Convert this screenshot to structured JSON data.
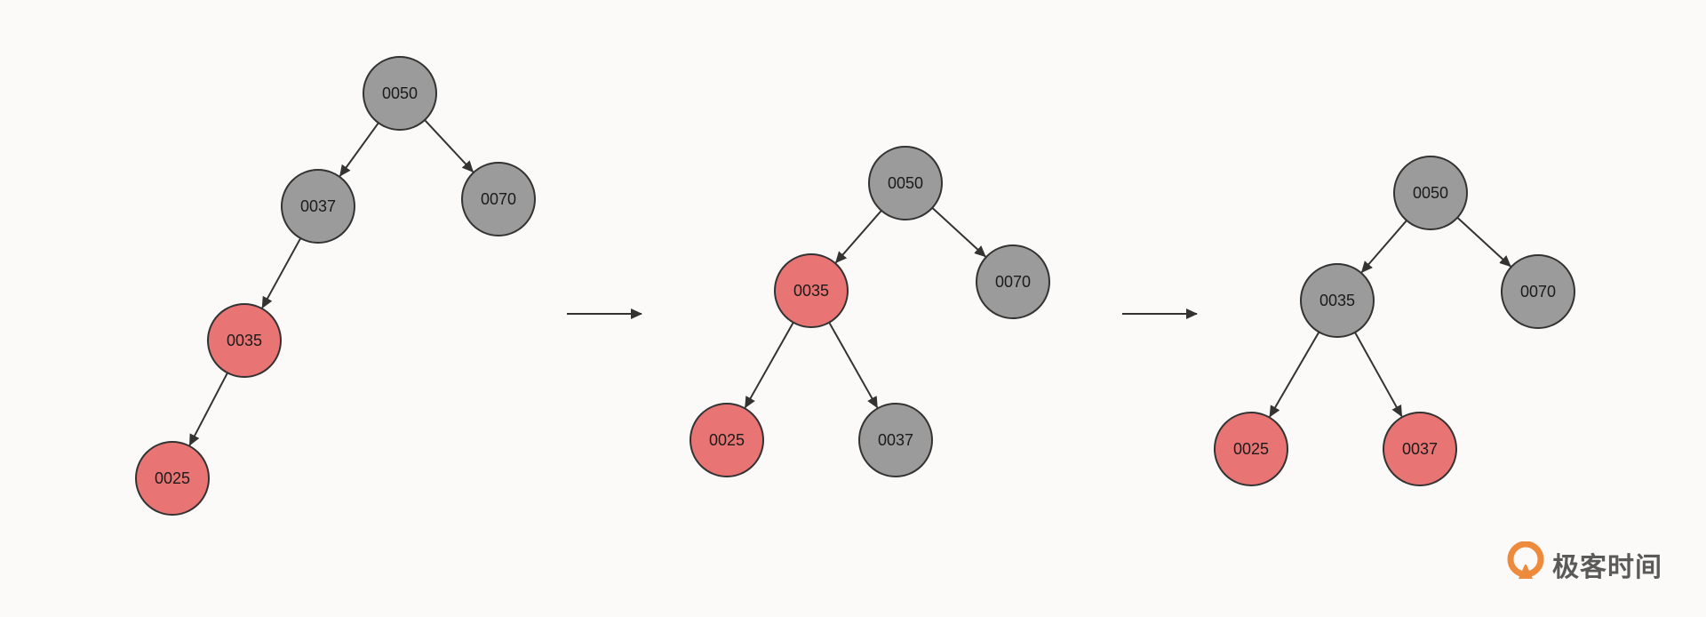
{
  "colors": {
    "background": "#fbfaf8",
    "black_node": "#9b9b9b",
    "red_node": "#e87474",
    "stroke": "#333333",
    "logo": "#ee8a3c"
  },
  "trees": [
    {
      "nodes": [
        {
          "id": "a50",
          "label": "0050",
          "color": "black"
        },
        {
          "id": "a37",
          "label": "0037",
          "color": "black"
        },
        {
          "id": "a70",
          "label": "0070",
          "color": "black"
        },
        {
          "id": "a35",
          "label": "0035",
          "color": "red"
        },
        {
          "id": "a25",
          "label": "0025",
          "color": "red"
        }
      ],
      "edges": [
        {
          "from": "a50",
          "to": "a37"
        },
        {
          "from": "a50",
          "to": "a70"
        },
        {
          "from": "a37",
          "to": "a35"
        },
        {
          "from": "a35",
          "to": "a25"
        }
      ]
    },
    {
      "nodes": [
        {
          "id": "b50",
          "label": "0050",
          "color": "black"
        },
        {
          "id": "b35",
          "label": "0035",
          "color": "red"
        },
        {
          "id": "b70",
          "label": "0070",
          "color": "black"
        },
        {
          "id": "b25",
          "label": "0025",
          "color": "red"
        },
        {
          "id": "b37",
          "label": "0037",
          "color": "black"
        }
      ],
      "edges": [
        {
          "from": "b50",
          "to": "b35"
        },
        {
          "from": "b50",
          "to": "b70"
        },
        {
          "from": "b35",
          "to": "b25"
        },
        {
          "from": "b35",
          "to": "b37"
        }
      ]
    },
    {
      "nodes": [
        {
          "id": "c50",
          "label": "0050",
          "color": "black"
        },
        {
          "id": "c35",
          "label": "0035",
          "color": "black"
        },
        {
          "id": "c70",
          "label": "0070",
          "color": "black"
        },
        {
          "id": "c25",
          "label": "0025",
          "color": "red"
        },
        {
          "id": "c37",
          "label": "0037",
          "color": "red"
        }
      ],
      "edges": [
        {
          "from": "c50",
          "to": "c35"
        },
        {
          "from": "c50",
          "to": "c70"
        },
        {
          "from": "c35",
          "to": "c25"
        },
        {
          "from": "c35",
          "to": "c37"
        }
      ]
    }
  ],
  "transitions": [
    {
      "from_tree": 0,
      "to_tree": 1
    },
    {
      "from_tree": 1,
      "to_tree": 2
    }
  ],
  "watermark": {
    "text": "极客时间",
    "logo_icon": "geektime-logo-icon"
  }
}
